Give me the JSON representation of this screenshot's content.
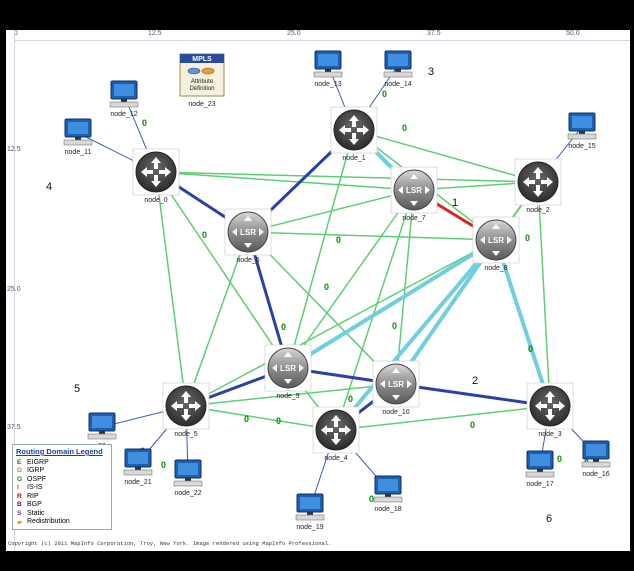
{
  "axis": {
    "top_ticks": [
      "0.0",
      "12.5",
      "25.0",
      "37.5",
      "50.0"
    ],
    "left_ticks": [
      "12.5",
      "25.0",
      "37.5"
    ]
  },
  "mpls_object": {
    "banner": "MPLS",
    "text_line1": "Attribute",
    "text_line2": "Definition",
    "label": "node_23"
  },
  "nodes": [
    {
      "id": "node_0",
      "label": "node_0",
      "kind": "router"
    },
    {
      "id": "node_1",
      "label": "node_1",
      "kind": "router"
    },
    {
      "id": "node_2",
      "label": "node_2",
      "kind": "router"
    },
    {
      "id": "node_3",
      "label": "node_3",
      "kind": "router"
    },
    {
      "id": "node_4",
      "label": "node_4",
      "kind": "router"
    },
    {
      "id": "node_5",
      "label": "node_5",
      "kind": "router"
    },
    {
      "id": "node_6",
      "label": "node_6",
      "kind": "lsr"
    },
    {
      "id": "node_7",
      "label": "node_7",
      "kind": "lsr"
    },
    {
      "id": "node_8",
      "label": "node_8",
      "kind": "lsr"
    },
    {
      "id": "node_9",
      "label": "node_9",
      "kind": "lsr"
    },
    {
      "id": "node_10",
      "label": "node_10",
      "kind": "lsr"
    },
    {
      "id": "node_11",
      "label": "node_11",
      "kind": "pc"
    },
    {
      "id": "node_12",
      "label": "node_12",
      "kind": "pc"
    },
    {
      "id": "node_13",
      "label": "node_13",
      "kind": "pc"
    },
    {
      "id": "node_14",
      "label": "node_14",
      "kind": "pc"
    },
    {
      "id": "node_15",
      "label": "node_15",
      "kind": "pc"
    },
    {
      "id": "node_16",
      "label": "node_16",
      "kind": "pc"
    },
    {
      "id": "node_17",
      "label": "node_17",
      "kind": "pc"
    },
    {
      "id": "node_18",
      "label": "node_18",
      "kind": "pc"
    },
    {
      "id": "node_19",
      "label": "node_19",
      "kind": "pc"
    },
    {
      "id": "node_20",
      "label": "20",
      "kind": "pc"
    },
    {
      "id": "node_21",
      "label": "node_21",
      "kind": "pc"
    },
    {
      "id": "node_22",
      "label": "node_22",
      "kind": "pc"
    }
  ],
  "badges": [
    "1",
    "2",
    "3",
    "4",
    "5",
    "6"
  ],
  "link_label": "0",
  "legend": {
    "title": "Routing Domain Legend",
    "entries": [
      {
        "code": "E",
        "label": "EIGRP",
        "color": "#1a7a1a"
      },
      {
        "code": "G",
        "label": "IGRP",
        "color": "#b08a00"
      },
      {
        "code": "O",
        "label": "OSPF",
        "color": "#0a8a00"
      },
      {
        "code": "I",
        "label": "IS-IS",
        "color": "#c05a00"
      },
      {
        "code": "R",
        "label": "RIP",
        "color": "#c00000"
      },
      {
        "code": "B",
        "label": "BGP",
        "color": "#8a0066"
      },
      {
        "code": "S",
        "label": "Static",
        "color": "#6a2aa0"
      },
      {
        "code": "",
        "label": "Redistribution",
        "color": "#e0a000"
      }
    ]
  },
  "copyright": "Copyright (c) 2011 MapInfo Corporation, Troy, New York. Image rendered using MapInfo Professional.",
  "colors": {
    "ospf_link": "#5ccf72",
    "te_tunnel": "#6fcfe0",
    "primary_path": "#2b3fa8",
    "failed_link": "#e02020",
    "router_body": "#4a4a4a"
  }
}
